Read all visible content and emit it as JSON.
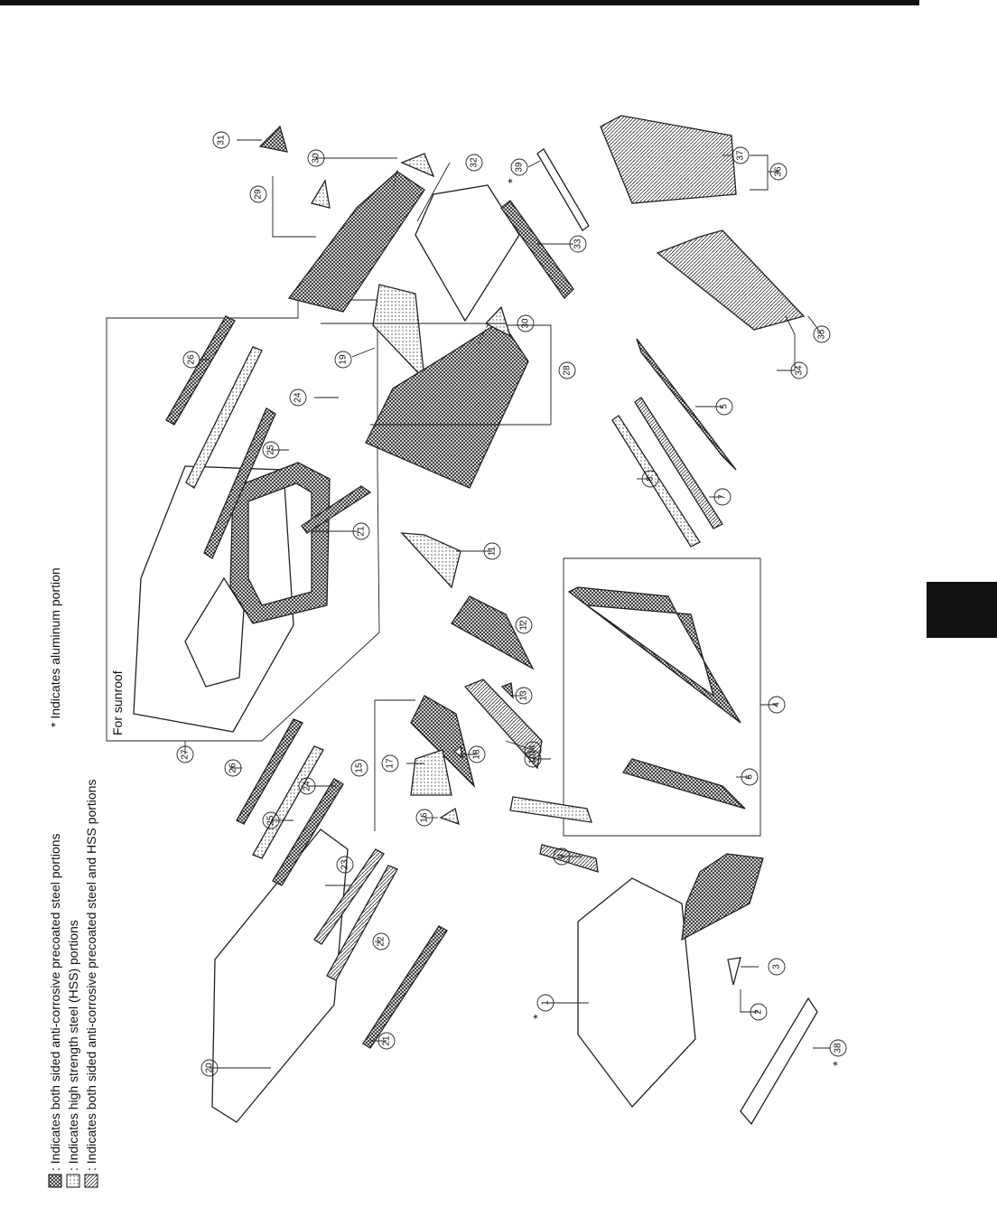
{
  "legend": {
    "items": [
      {
        "text": ": Indicates both sided anti-corrosive precoated steel portions",
        "pattern": "dense-cross"
      },
      {
        "text": ": Indicates high strength steel (HSS) portions",
        "pattern": "light-dots"
      },
      {
        "text": ": Indicates both sided anti-corrosive precoated steel and HSS portions",
        "pattern": "diagonal-hatch"
      }
    ],
    "aluminum_note": "* Indicates aluminum portion"
  },
  "sunroof_label": "For sunroof",
  "callouts": [
    "1",
    "2",
    "3",
    "4",
    "5",
    "6",
    "7",
    "8",
    "9",
    "10",
    "11",
    "12",
    "13",
    "14",
    "15",
    "16",
    "17",
    "18",
    "19",
    "20",
    "21",
    "22",
    "23",
    "24",
    "25",
    "26",
    "27",
    "28",
    "29",
    "30",
    "31",
    "32",
    "33",
    "34",
    "35",
    "36",
    "37",
    "38",
    "39"
  ],
  "colors": {
    "ink": "#111111",
    "tab": "#111111",
    "paper": "#ffffff"
  }
}
